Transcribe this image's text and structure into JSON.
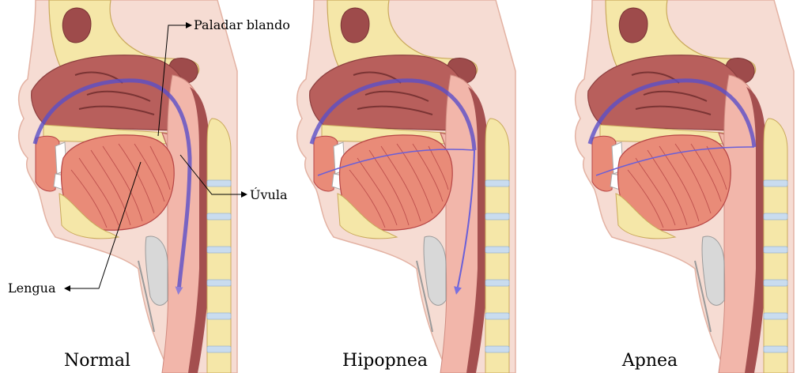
{
  "panels": [
    {
      "caption": "Normal"
    },
    {
      "caption": "Hipopnea"
    },
    {
      "caption": "Apnea"
    }
  ],
  "labels": {
    "soft_palate": "Paladar blando",
    "uvula": "Úvula",
    "tongue": "Lengua"
  },
  "colors": {
    "skin": "#f6dcd3",
    "skin_dark": "#e9b7a9",
    "bone": "#f5e7a8",
    "bone_stroke": "#caa95c",
    "tissue_dark": "#9e4b4b",
    "tissue_mid": "#b85f5c",
    "muscle": "#e98b78",
    "muscle_line": "#b64545",
    "throat": "#f2b6aa",
    "disc": "#c9dcef",
    "airflow": "#5b4fc8"
  }
}
